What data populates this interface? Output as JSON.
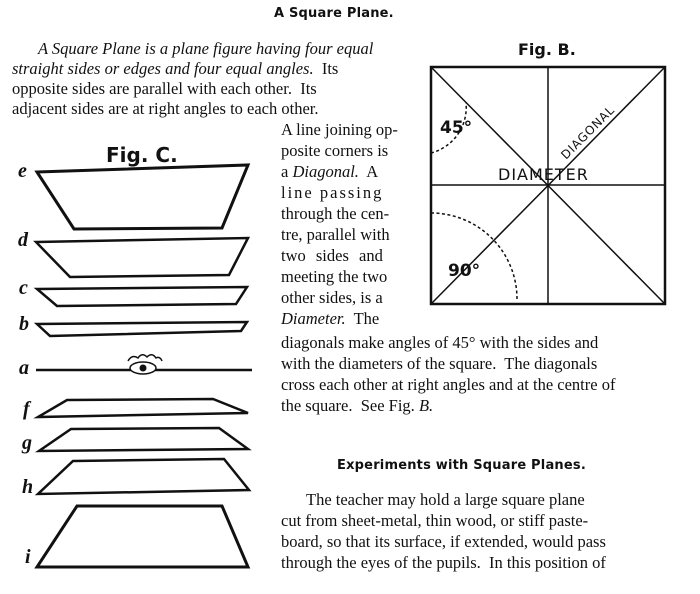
{
  "heading_title": "A Square Plane.",
  "intro_lines": [
    {
      "a": "",
      "b": "A Square Plane is a plane figure having four equal",
      "c": ""
    },
    {
      "a": "",
      "b": "straight sides or edges and four equal angles.",
      "c": "  Its"
    },
    {
      "a": "opposite sides are parallel with each other.  Its",
      "b": "",
      "c": ""
    },
    {
      "a": "adjacent sides are at right angles to each other.",
      "b": "",
      "c": ""
    }
  ],
  "narrow_lines": [
    {
      "a": "A line joining op-",
      "b": "",
      "c": ""
    },
    {
      "a": "posite corners is",
      "b": "",
      "c": ""
    },
    {
      "a": "a ",
      "b": "Diagonal.",
      "c": "  A"
    },
    {
      "a": "line passing",
      "b": "",
      "c": ""
    },
    {
      "a": "through the cen-",
      "b": "",
      "c": ""
    },
    {
      "a": "tre, parallel with",
      "b": "",
      "c": ""
    },
    {
      "a": "two sides and",
      "b": "",
      "c": ""
    },
    {
      "a": "meeting the two",
      "b": "",
      "c": ""
    },
    {
      "a": "other sides, is a",
      "b": "",
      "c": ""
    },
    {
      "a": "",
      "b": "Diameter.",
      "c": "  The"
    }
  ],
  "wide_lines": [
    {
      "a": "diagonals make angles of 45° with the sides and",
      "b": "",
      "c": ""
    },
    {
      "a": "with the diameters of the square.  The diagonals",
      "b": "",
      "c": ""
    },
    {
      "a": "cross each other at right angles and at the centre of",
      "b": "",
      "c": ""
    },
    {
      "a": "the square.  See Fig. ",
      "b": "B.",
      "c": ""
    }
  ],
  "heading_experiments": "Experiments with Square Planes.",
  "experiment_lines": [
    {
      "a": "The teacher may hold a large square plane",
      "b": "",
      "c": ""
    },
    {
      "a": "cut from sheet-metal, thin wood, or stiff paste-",
      "b": "",
      "c": ""
    },
    {
      "a": "board, so that its surface, if extended, would pass",
      "b": "",
      "c": ""
    },
    {
      "a": "through the eyes of the pupils.  In this position of",
      "b": "",
      "c": ""
    }
  ],
  "fig_b": {
    "title": "Fig. B.",
    "label_diagonal": "DIAGONAL",
    "label_diameter": "DIAMETER",
    "angle_top": "45°",
    "angle_bottom": "90°"
  },
  "fig_c": {
    "title": "Fig. C.",
    "letters": [
      "e",
      "d",
      "c",
      "b",
      "a",
      "f",
      "g",
      "h",
      "i"
    ]
  }
}
